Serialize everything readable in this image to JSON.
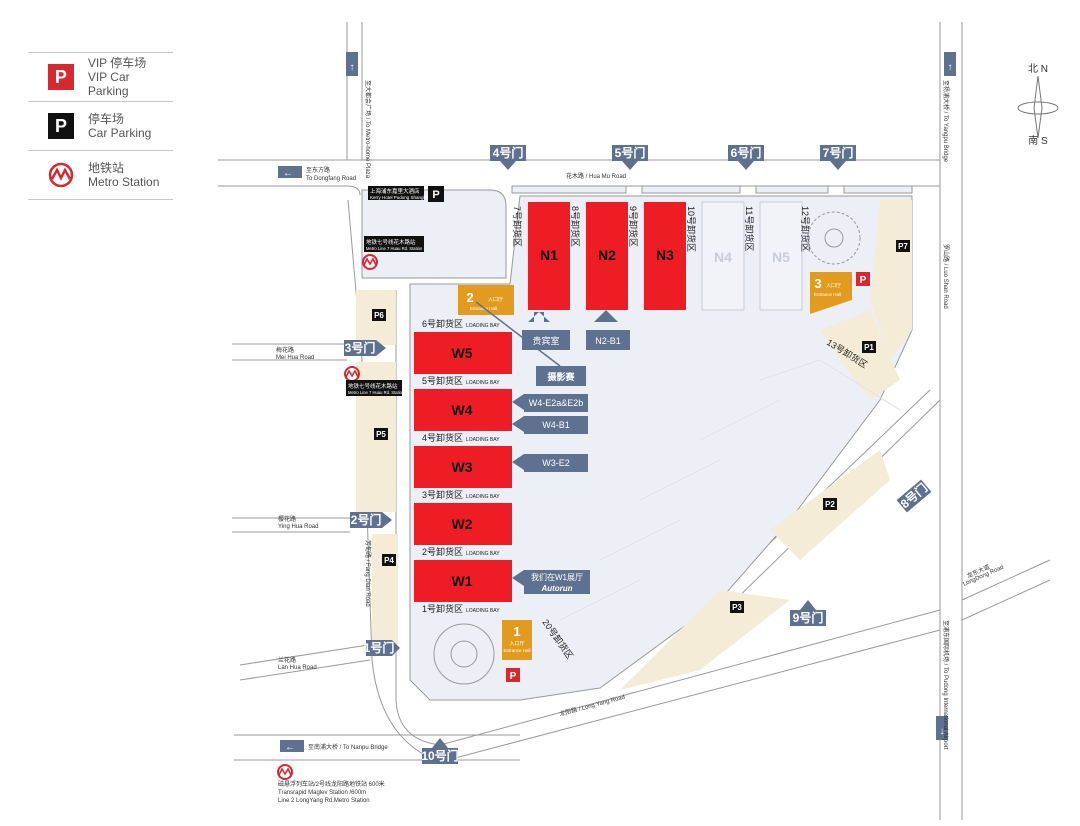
{
  "legend": {
    "vip": {
      "icon": "P",
      "cn": "VIP 停车场",
      "en": "VIP Car Parking"
    },
    "car": {
      "icon": "P",
      "cn": "停车场",
      "en": "Car Parking"
    },
    "metro": {
      "cn": "地铁站",
      "en": "Metro Station"
    }
  },
  "compass": {
    "north": "北 N",
    "south": "南 S"
  },
  "halls": {
    "n1": "N1",
    "n2": "N2",
    "n3": "N3",
    "n4": "N4",
    "n5": "N5",
    "w1": "W1",
    "w2": "W2",
    "w3": "W3",
    "w4": "W4",
    "w5": "W5"
  },
  "loading_bays": {
    "b1": "1号卸货区",
    "b2": "2号卸货区",
    "b3": "3号卸货区",
    "b4": "4号卸货区",
    "b5": "5号卸货区",
    "b6": "6号卸货区",
    "b7": "7号卸货区",
    "b8": "8号卸货区",
    "b9": "9号卸货区",
    "b10": "10号卸货区",
    "b11": "11号卸货区",
    "b12": "12号卸货区",
    "b13": "13号卸货区",
    "b20": "20号卸货区",
    "en": "LOADING BAY"
  },
  "entrances": {
    "e1": "1",
    "e2": "2",
    "e3": "3",
    "cn": "入口厅",
    "en": "Entrance Hall"
  },
  "gates": {
    "g1": "1号门",
    "g2": "2号门",
    "g3": "3号门",
    "g4": "4号门",
    "g5": "5号门",
    "g6": "6号门",
    "g7": "7号门",
    "g8": "8号门",
    "g9": "9号门",
    "g10": "10号门"
  },
  "parking": {
    "p1": "P1",
    "p2": "P2",
    "p3": "P3",
    "p4": "P4",
    "p5": "P5",
    "p6": "P6",
    "p7": "P7",
    "vip": "P"
  },
  "callouts": {
    "vip_room": "贵宾室",
    "n2b1": "N2-B1",
    "photo": "摄影赛",
    "w4e2": "W4-E2a&E2b",
    "w4b1": "W4-B1",
    "w3e2": "W3-E2",
    "w1hall": "我们在W1展厅",
    "brand": "Autorun"
  },
  "roads": {
    "huamu": "花木路 / Hua Mu Road",
    "donglang": "至东方路",
    "donglang_en": "To Dongfang Road",
    "meihua": "梅花路",
    "meihua_en": "Mei Hua Road",
    "yinghua": "樱花路",
    "yinghua_en": "Ying Hua Road",
    "lanhua": "兰花路",
    "lanhua_en": "Lan Hua Road",
    "fangdian": "芳甸路 / Fang Dian Road",
    "longyang": "龙阳路 / Long Yang Road",
    "luoshan": "罗山路 / Luo Shan Road",
    "longdong": "龙东大道",
    "longdong_en": "LongDong Road",
    "nanpu": "至南浦大桥 / To Nanpu Bridge",
    "metro_plaza": "至大都会广场 / To Metro-home Plaza",
    "yangpu": "至杨浦大桥 / To Yangpu Bridge",
    "airport": "至浦东国际机场 / To Pudong International Airport"
  },
  "places": {
    "kerry_cn": "上海浦东嘉里大酒店",
    "kerry_en": "Kerry Hotel Pudong Shanghai",
    "metro_huamu_cn": "地铁七号线花木路站",
    "metro_huamu_en": "Metro Line 7 Huau Rd. Station",
    "maglev_cn": "磁悬浮列车站/2号线龙阳路地铁站 600米",
    "maglev_en1": "Transrapid Maglev Station  /600m",
    "maglev_en2": "Line 2 LongYang Rd.Metro Station"
  },
  "colors": {
    "hall_red": "#ee1c25",
    "orange": "#e39b1f",
    "sign_blue": "#5f7190",
    "lot_beige": "#f4ecd7",
    "site_gray": "#eceff5",
    "road_line": "#9a9a9a"
  }
}
